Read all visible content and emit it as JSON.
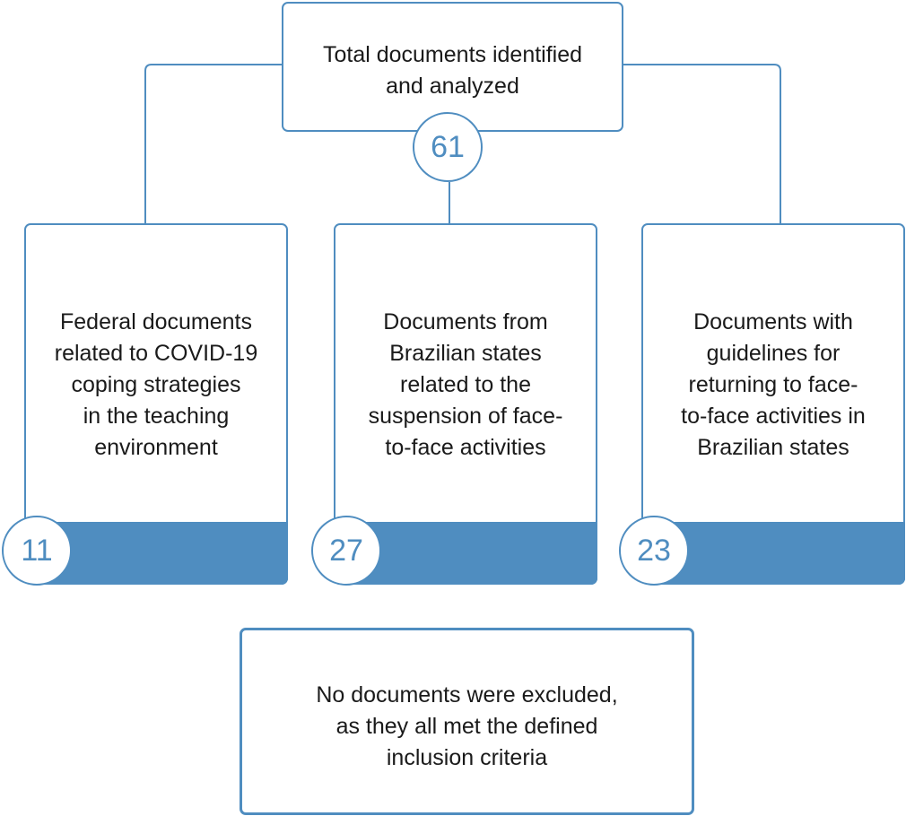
{
  "top": {
    "text": "Total documents identified\nand analyzed",
    "count": "61"
  },
  "categories": [
    {
      "text": "Federal documents\nrelated to COVID-19\ncoping strategies\nin the teaching\nenvironment",
      "count": "11"
    },
    {
      "text": "Documents from\nBrazilian states\nrelated to the\nsuspension of face-\nto-face activities",
      "count": "27"
    },
    {
      "text": "Documents with\nguidelines for\nreturning to face-\nto-face activities in\nBrazilian states",
      "count": "23"
    }
  ],
  "note": {
    "text": "No documents were excluded,\nas they all met the defined\ninclusion criteria"
  },
  "colors": {
    "accent": "#4f8dc0",
    "text": "#1a1a1a",
    "background": "#ffffff"
  }
}
